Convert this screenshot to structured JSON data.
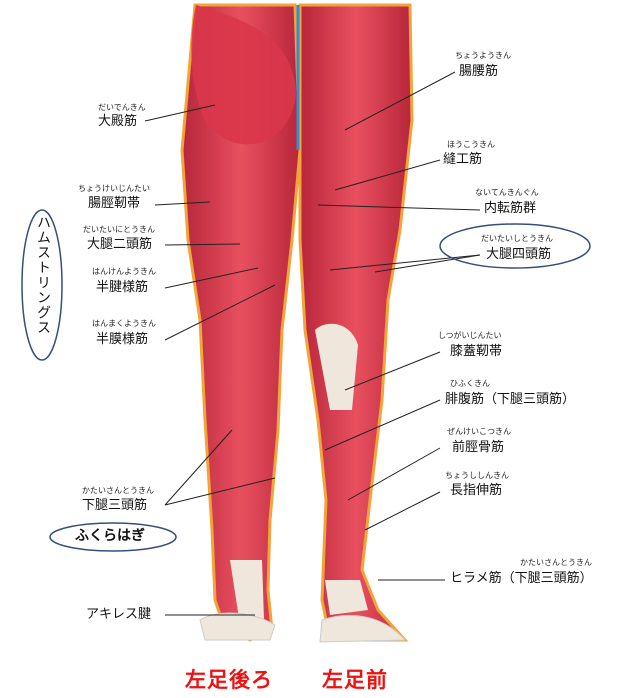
{
  "labels": {
    "daiden_r": "だいでんきん",
    "daiden": "大殿筋",
    "choyo_r": "ちょうようきん",
    "choyo": "腸腰筋",
    "hoko_r": "ほうこうきん",
    "hoko": "縫工筋",
    "choketsu_r": "ちょうけいじんたい",
    "choketsu": "腸脛靭帯",
    "naiten_r": "ないてんきんぐん",
    "naiten": "内転筋群",
    "nitou_r": "だいたいにとうきん",
    "nitou": "大腿二頭筋",
    "shitou_r": "だいたいしとうきん",
    "shitou": "大腿四頭筋",
    "hanken_r": "はんけんようきん",
    "hanken": "半腱様筋",
    "hanmaku_r": "はんまくようきん",
    "hanmaku": "半膜様筋",
    "shitsugai_r": "しつがいじんたい",
    "shitsugai": "膝蓋靭帯",
    "hifuku_r": "ひふくきん",
    "hifuku": "腓腹筋（下腿三頭筋）",
    "zenkei_r": "ぜんけいこつきん",
    "zenkei": "前脛骨筋",
    "choshi_r": "ちょうししんきん",
    "choshi": "長指伸筋",
    "katai_left_r": "かたいさんとうきん",
    "katai_left": "下腿三頭筋",
    "fukurahagi": "ふくらはぎ",
    "katai_right_r": "かたいさんとうきん",
    "hirame": "ヒラメ筋（下腿三頭筋）",
    "achilles": "アキレス腱",
    "hamstrings": "ハムストリングス",
    "caption_back": "左足後ろ",
    "caption_front": "左足前"
  },
  "colors": {
    "muscle": "#dd3a4c",
    "muscle_dark": "#b8263a",
    "tendon": "#efe7dc",
    "skin_outline": "#f0a43a",
    "midline": "#2f8fd8",
    "ellipse": "#33507a",
    "caption": "#ee1111"
  }
}
